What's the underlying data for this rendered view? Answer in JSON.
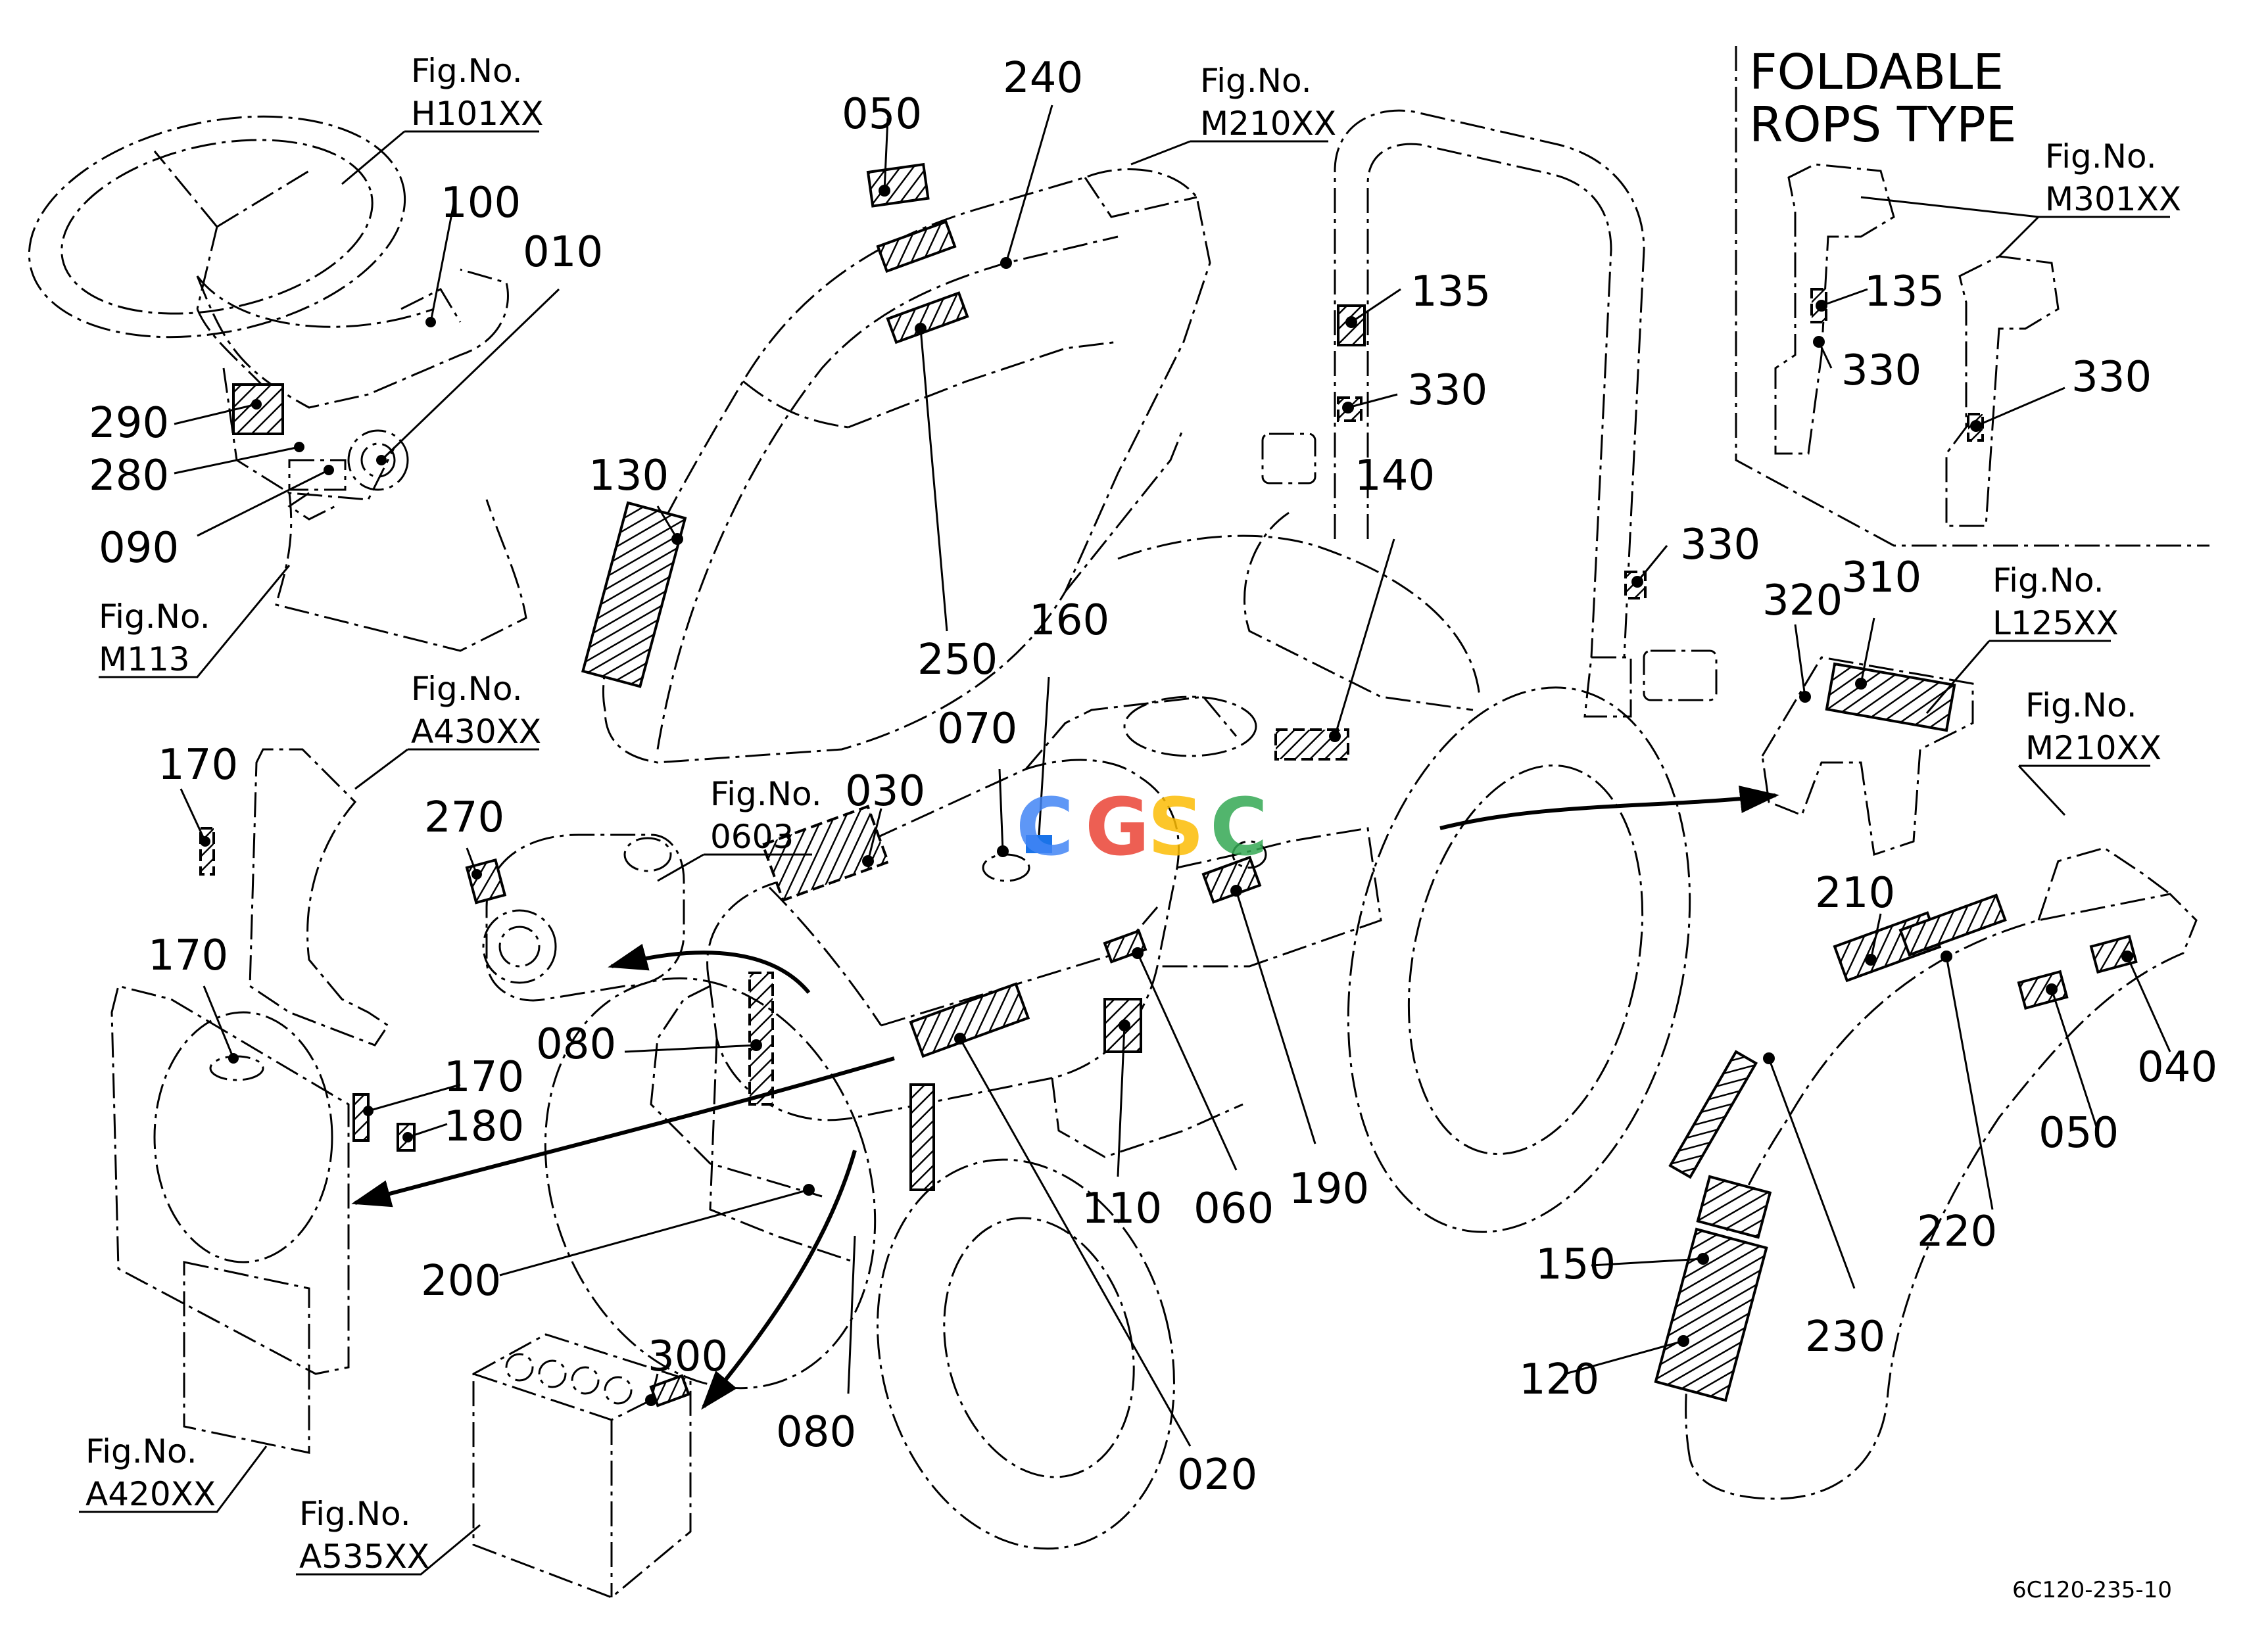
{
  "section_title": {
    "line1": "FOLDABLE",
    "line2": "ROPS TYPE"
  },
  "drawing_code": "6C120-235-10",
  "watermark": {
    "letters": [
      "C",
      "G",
      "S",
      "C"
    ],
    "colors": [
      "#4285F4",
      "#EA4335",
      "#FBBC05",
      "#34A853"
    ]
  },
  "figure_refs": [
    {
      "line1": "Fig.No.",
      "line2": "H101XX"
    },
    {
      "line1": "Fig.No.",
      "line2": "M210XX"
    },
    {
      "line1": "Fig.No.",
      "line2": "M301XX"
    },
    {
      "line1": "Fig.No.",
      "line2": "M113"
    },
    {
      "line1": "Fig.No.",
      "line2": "A430XX"
    },
    {
      "line1": "Fig.No.",
      "line2": "0603"
    },
    {
      "line1": "Fig.No.",
      "line2": "L125XX"
    },
    {
      "line1": "Fig.No.",
      "line2": "M210XX"
    },
    {
      "line1": "Fig.No.",
      "line2": "A420XX"
    },
    {
      "line1": "Fig.No.",
      "line2": "A535XX"
    }
  ],
  "part_labels": [
    "100",
    "010",
    "290",
    "280",
    "090",
    "050",
    "240",
    "130",
    "250",
    "135",
    "330",
    "140",
    "330",
    "135",
    "330",
    "330",
    "320",
    "310",
    "170",
    "270",
    "170",
    "170",
    "180",
    "030",
    "070",
    "160",
    "080",
    "210",
    "040",
    "050",
    "220",
    "150",
    "230",
    "120",
    "110",
    "060",
    "190",
    "200",
    "300",
    "080",
    "020"
  ]
}
